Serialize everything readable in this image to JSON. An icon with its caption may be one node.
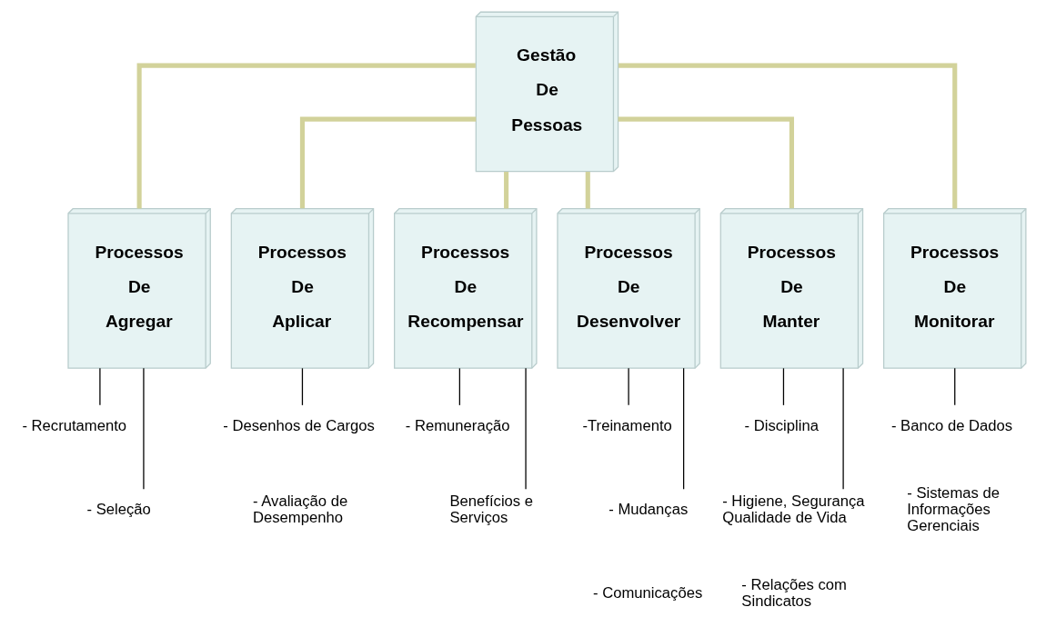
{
  "diagram": {
    "nodes": [
      {
        "text": [
          "Gestão De Pessoas"
        ]
      },
      {
        "text": [
          "Processos De Agregar"
        ]
      },
      {
        "text": [
          "Processos De Aplicar"
        ]
      },
      {
        "text": [
          "Processos De Recompensar"
        ]
      },
      {
        "text": [
          "Processos De Desenvolver"
        ]
      },
      {
        "text": [
          "Processos De Manter"
        ]
      },
      {
        "text": [
          "Processos De Monitorar"
        ]
      },
      {
        "text": [
          "- Recrutamento"
        ]
      },
      {
        "text": [
          "- Seleção"
        ]
      },
      {
        "text": [
          "- Desenhos de Cargos"
        ]
      },
      {
        "text": [
          "- Avaliação de Desempenho"
        ]
      },
      {
        "text": [
          "- Remuneração"
        ]
      },
      {
        "text": [
          "Benefícios e Serviços"
        ]
      },
      {
        "text": [
          "-Treinamento"
        ]
      },
      {
        "text": [
          "- Mudanças"
        ]
      },
      {
        "text": [
          "- Comunicações"
        ]
      },
      {
        "text": [
          "- Disciplina"
        ]
      },
      {
        "text": [
          "- Higiene, Segurança Qualidade de Vida"
        ]
      },
      {
        "text": [
          "- Relações com Sindicatos"
        ]
      },
      {
        "text": [
          "- Banco de Dados"
        ]
      },
      {
        "text": [
          "- Sistemas de Informações Gerenciais"
        ]
      }
    ],
    "edges": [
      {
        "from": 0,
        "to": 1,
        "arrow": "none",
        "style": "thick",
        "color": "#d2d29a"
      },
      {
        "from": 0,
        "to": 2,
        "arrow": "none",
        "style": "thick",
        "color": "#d2d29a"
      },
      {
        "from": 0,
        "to": 3,
        "arrow": "none",
        "style": "thick",
        "color": "#d2d29a"
      },
      {
        "from": 0,
        "to": 4,
        "arrow": "none",
        "style": "thick",
        "color": "#d2d29a"
      },
      {
        "from": 0,
        "to": 5,
        "arrow": "none",
        "style": "thick",
        "color": "#d2d29a"
      },
      {
        "from": 0,
        "to": 6,
        "arrow": "none",
        "style": "thick",
        "color": "#d2d29a"
      },
      {
        "from": 1,
        "to": 7,
        "arrow": "none"
      },
      {
        "from": 1,
        "to": 8,
        "arrow": "none"
      },
      {
        "from": 2,
        "to": 9,
        "arrow": "none"
      },
      {
        "from": 3,
        "to": 11,
        "arrow": "none"
      },
      {
        "from": 3,
        "to": 12,
        "arrow": "none"
      },
      {
        "from": 4,
        "to": 13,
        "arrow": "none"
      },
      {
        "from": 4,
        "to": 14,
        "arrow": "none"
      },
      {
        "from": 5,
        "to": 16,
        "arrow": "none"
      },
      {
        "from": 5,
        "to": 17,
        "arrow": "none"
      },
      {
        "from": 6,
        "to": 19,
        "arrow": "none"
      }
    ]
  }
}
